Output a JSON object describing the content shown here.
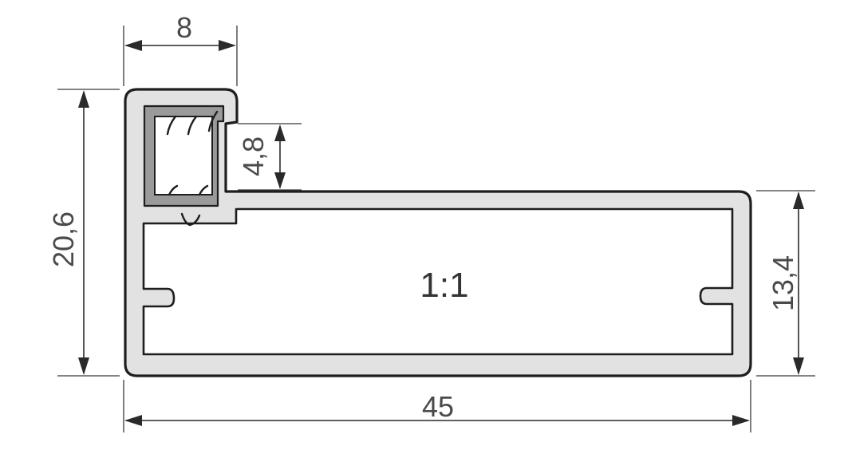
{
  "dimensions": {
    "top_width": "8",
    "gasket_gap": "4,8",
    "total_height": "20,6",
    "right_height": "13,4",
    "total_width": "45"
  },
  "scale_label": "1:1",
  "colors": {
    "profile": "#e2e2e2",
    "gasket": "#9a9a9a",
    "outline": "#1e1e1e",
    "dimension_text": "#4a4a4a"
  }
}
